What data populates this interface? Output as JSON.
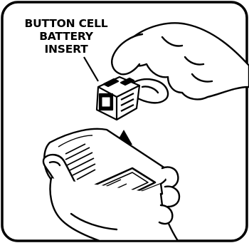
{
  "figure": {
    "callout_lines": [
      "BUTTON CELL",
      "BATTERY",
      "INSERT"
    ],
    "colors": {
      "ink": "#000000",
      "paper": "#ffffff"
    },
    "parts": {
      "frame": "rounded-border-frame",
      "upper_hand": "right-hand-holding-insert",
      "battery_insert": "button-cell-battery-insert",
      "arrow": "upward-removal-arrow",
      "device": "handheld-device-with-speaker-grille",
      "lower_hand": "left-hand-holding-device"
    }
  }
}
